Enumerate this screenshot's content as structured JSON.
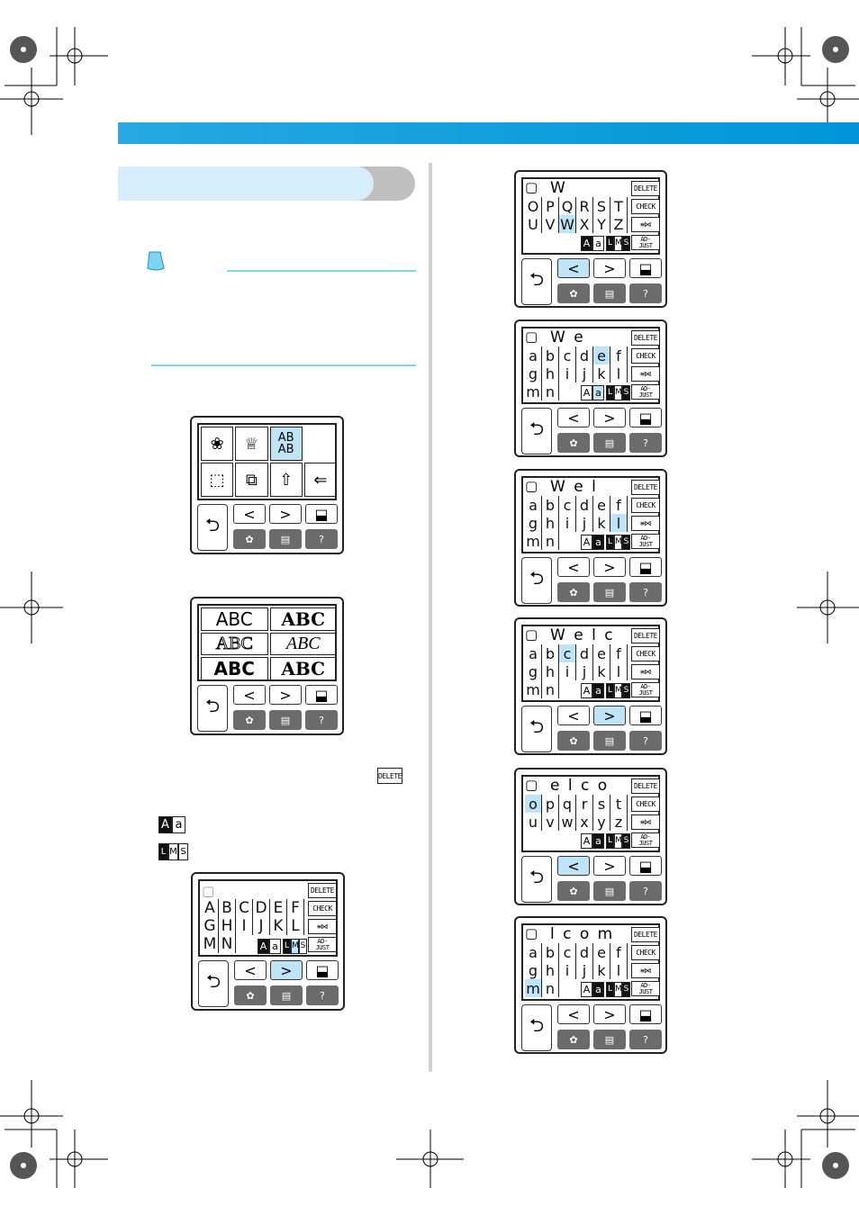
{
  "buttons": {
    "delete": "DELETE",
    "check": "CHECK",
    "adjust_1": "AD-",
    "adjust_2": "JUST",
    "case": [
      "A",
      "a"
    ],
    "size": [
      "L",
      "M",
      "S"
    ],
    "prev": "<",
    "next": ">",
    "back": "⮌"
  },
  "embroidery_categories": [
    "AB",
    "AB"
  ],
  "font_styles": [
    "ABC",
    "ABC",
    "ABC",
    "ABC",
    "ABC",
    "ABC"
  ],
  "screens": [
    {
      "text": "W",
      "rows": [
        [
          "O",
          "P",
          "Q",
          "R",
          "S",
          "T"
        ],
        [
          "U",
          "V",
          "W",
          "X",
          "Y",
          "Z"
        ],
        []
      ],
      "sel": [
        1,
        2
      ],
      "hl": "prev",
      "case_dark": 0
    },
    {
      "text": "W e",
      "rows": [
        [
          "a",
          "b",
          "c",
          "d",
          "e",
          "f"
        ],
        [
          "g",
          "h",
          "i",
          "j",
          "k",
          "l"
        ],
        [
          "m",
          "n"
        ]
      ],
      "sel": [
        0,
        4
      ],
      "hl": "",
      "case_dark": -1,
      "case_sel": 1
    },
    {
      "text": "W e l",
      "rows": [
        [
          "a",
          "b",
          "c",
          "d",
          "e",
          "f"
        ],
        [
          "g",
          "h",
          "i",
          "j",
          "k",
          "l"
        ],
        [
          "m",
          "n"
        ]
      ],
      "sel": [
        1,
        5
      ],
      "hl": "",
      "case_dark": 1
    },
    {
      "text": "W e l c",
      "rows": [
        [
          "a",
          "b",
          "c",
          "d",
          "e",
          "f"
        ],
        [
          "g",
          "h",
          "i",
          "j",
          "k",
          "l"
        ],
        [
          "m",
          "n"
        ]
      ],
      "sel": [
        0,
        2
      ],
      "hl": "next",
      "case_dark": 1
    },
    {
      "text": "e l c o",
      "rows": [
        [
          "o",
          "p",
          "q",
          "r",
          "s",
          "t"
        ],
        [
          "u",
          "v",
          "w",
          "x",
          "y",
          "z"
        ],
        []
      ],
      "sel": [
        0,
        0
      ],
      "hl": "prev",
      "case_dark": 1
    },
    {
      "text": "l c o m",
      "rows": [
        [
          "a",
          "b",
          "c",
          "d",
          "e",
          "f"
        ],
        [
          "g",
          "h",
          "i",
          "j",
          "k",
          "l"
        ],
        [
          "m",
          "n"
        ]
      ],
      "sel": [
        2,
        0
      ],
      "hl": "",
      "case_dark": 1
    }
  ],
  "uppercase_screen": {
    "rows": [
      [
        "A",
        "B",
        "C",
        "D",
        "E",
        "F"
      ],
      [
        "G",
        "H",
        "I",
        "J",
        "K",
        "L"
      ],
      [
        "M",
        "N"
      ]
    ]
  }
}
